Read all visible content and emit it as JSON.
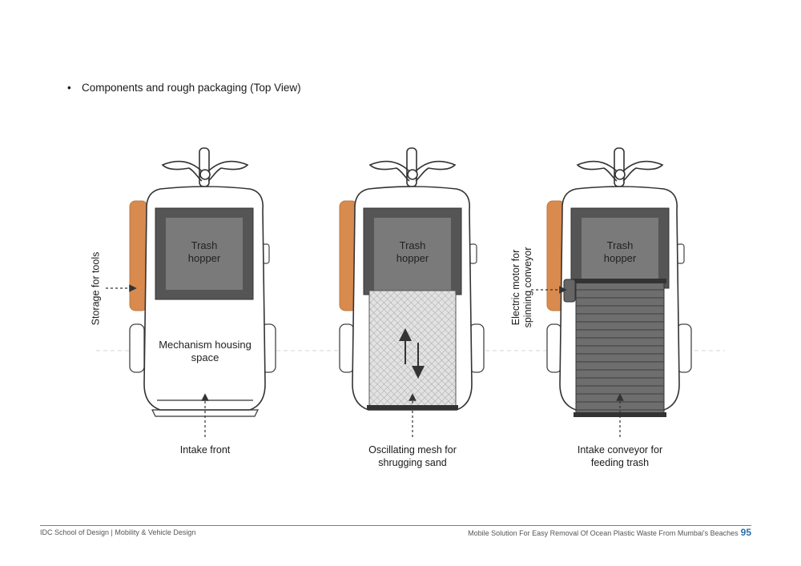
{
  "bullet": "Components and rough packaging (Top View)",
  "views": [
    {
      "hopper_label": "Trash\nhopper",
      "housing_label": "Mechanism housing\nspace",
      "side_label": "Storage for tools",
      "bottom_label": "Intake front"
    },
    {
      "hopper_label": "Trash\nhopper",
      "bottom_label": "Oscillating mesh for\nshrugging sand"
    },
    {
      "hopper_label": "Trash\nhopper",
      "side_label": "Electric motor for\nspinning conveyor",
      "bottom_label": "Intake conveyor for\nfeeding trash"
    }
  ],
  "footer": {
    "left": "IDC School of Design | Mobility & Vehicle Design",
    "right": "Mobile Solution For Easy Removal Of Ocean Plastic Waste From Mumbai's Beaches",
    "page": "95"
  },
  "colors": {
    "storage": "#d98a4e",
    "hopper_dark": "#555555",
    "hopper_light": "#7a7a7a",
    "rule": "#5a87b8",
    "page_number": "#2a6fb0"
  }
}
